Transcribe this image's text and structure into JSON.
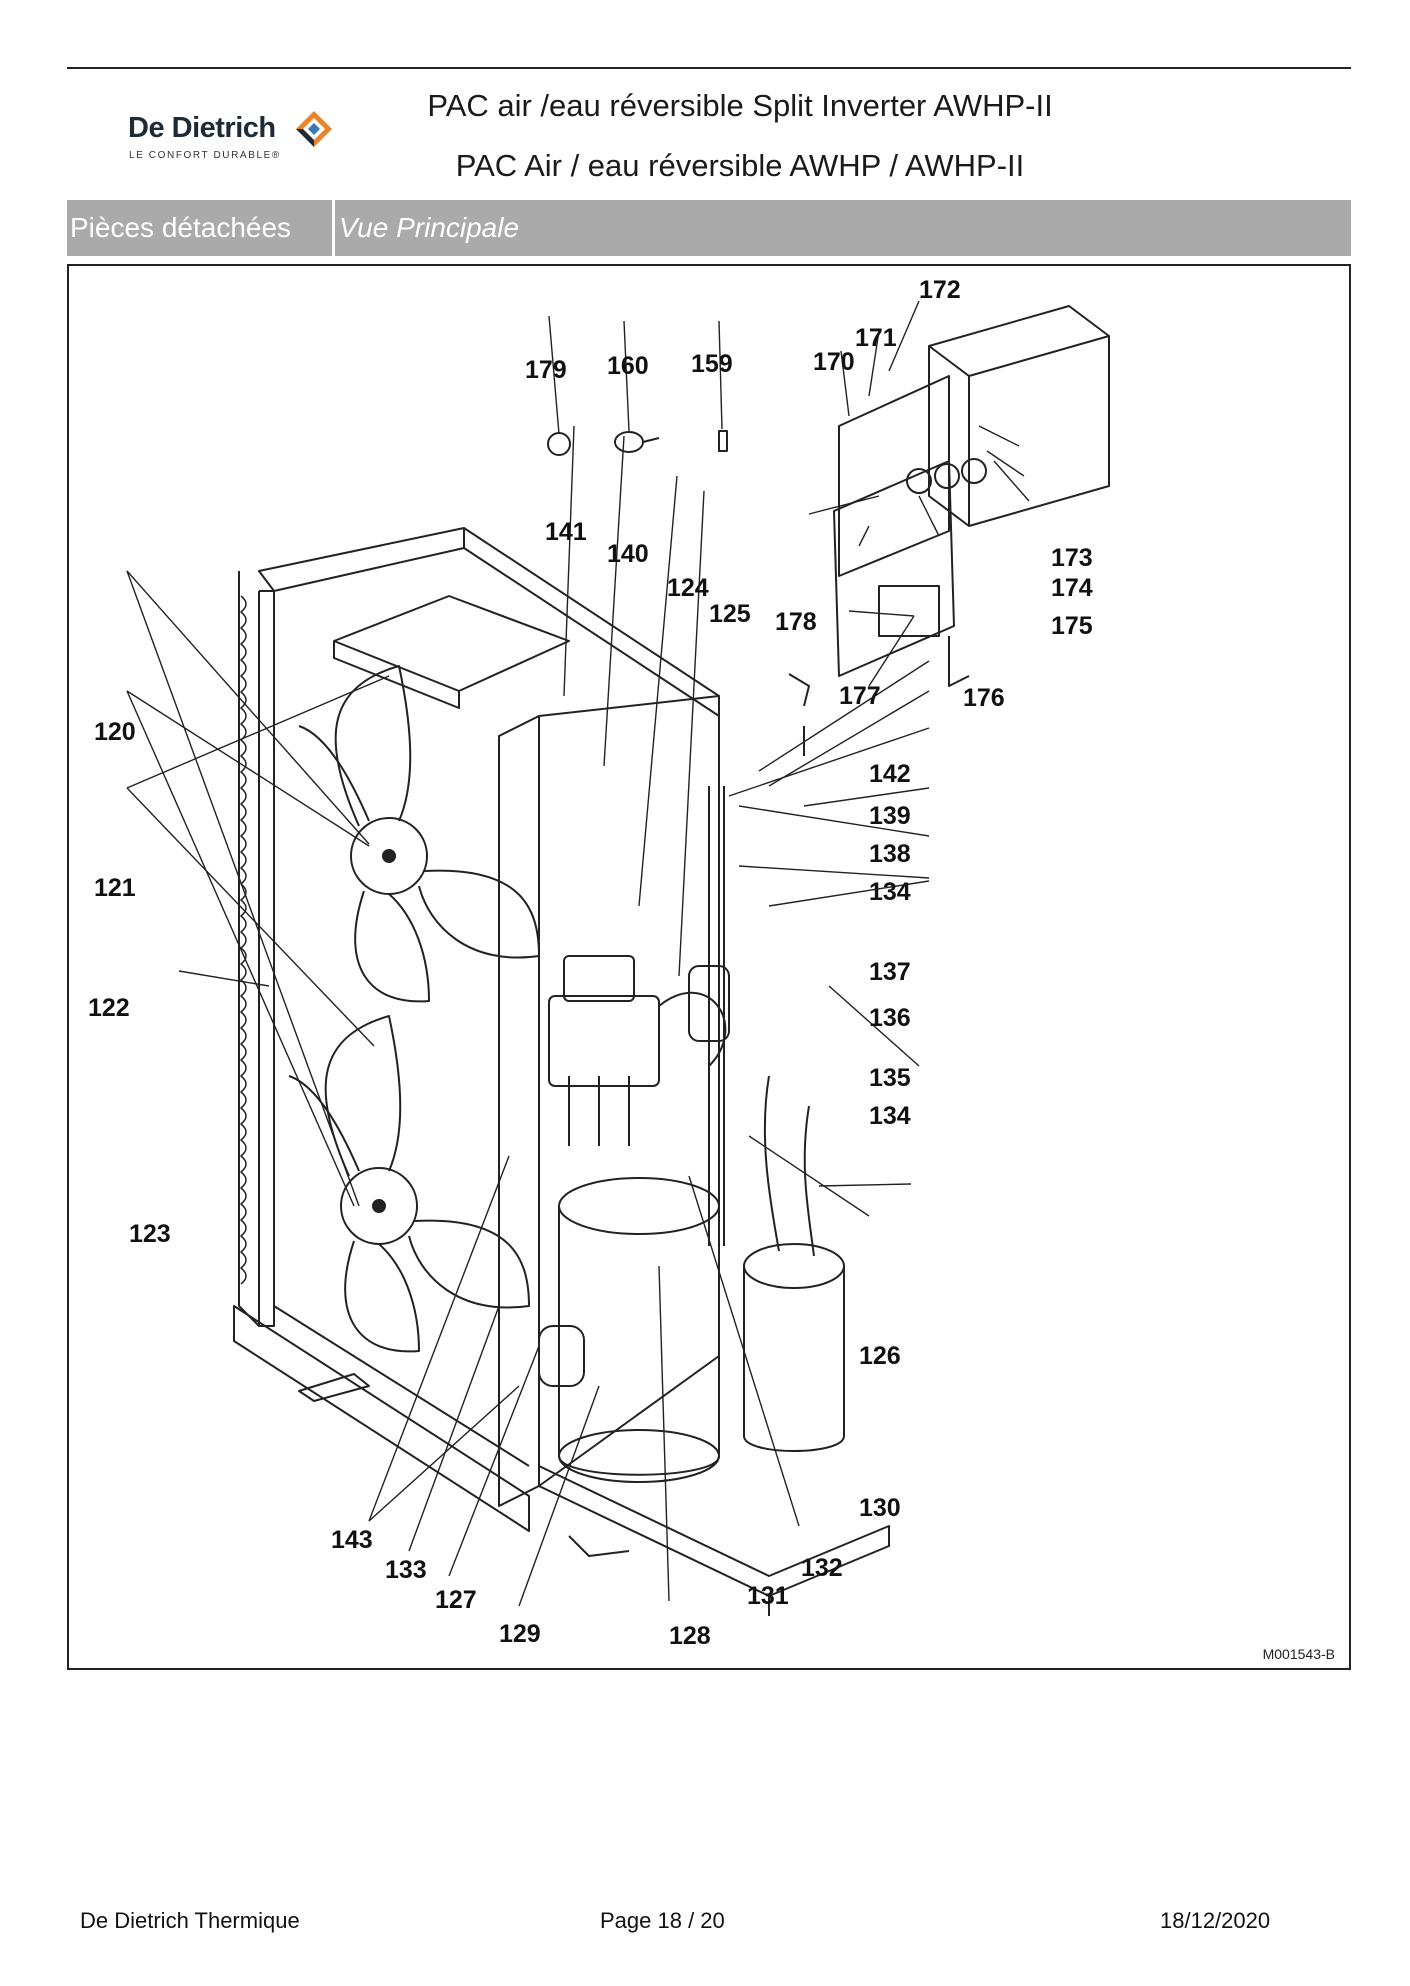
{
  "header": {
    "brand_name": "De Dietrich",
    "brand_tagline": "LE CONFORT DURABLE®",
    "title_line1": "PAC air /eau réversible Split Inverter AWHP-II",
    "title_line2": "PAC Air / eau réversible AWHP / AWHP-II"
  },
  "section": {
    "category": "Pièces détachées",
    "view": "Vue Principale"
  },
  "drawing": {
    "reference": "M001543-B",
    "callouts": [
      "172",
      "171",
      "170",
      "179",
      "160",
      "159",
      "141",
      "140",
      "124",
      "125",
      "178",
      "173",
      "174",
      "175",
      "177",
      "176",
      "120",
      "142",
      "139",
      "138",
      "134",
      "121",
      "137",
      "122",
      "136",
      "135",
      "134",
      "123",
      "126",
      "130",
      "143",
      "132",
      "133",
      "131",
      "127",
      "129",
      "128"
    ]
  },
  "footer": {
    "company": "De Dietrich Thermique",
    "page_label": "Page 18  /  20",
    "date": "18/12/2020"
  },
  "colors": {
    "brand_navy": "#1f2a37",
    "brand_orange": "#e8852a",
    "brand_blue": "#3a78b8",
    "bar_grey": "#aaaaaa"
  }
}
